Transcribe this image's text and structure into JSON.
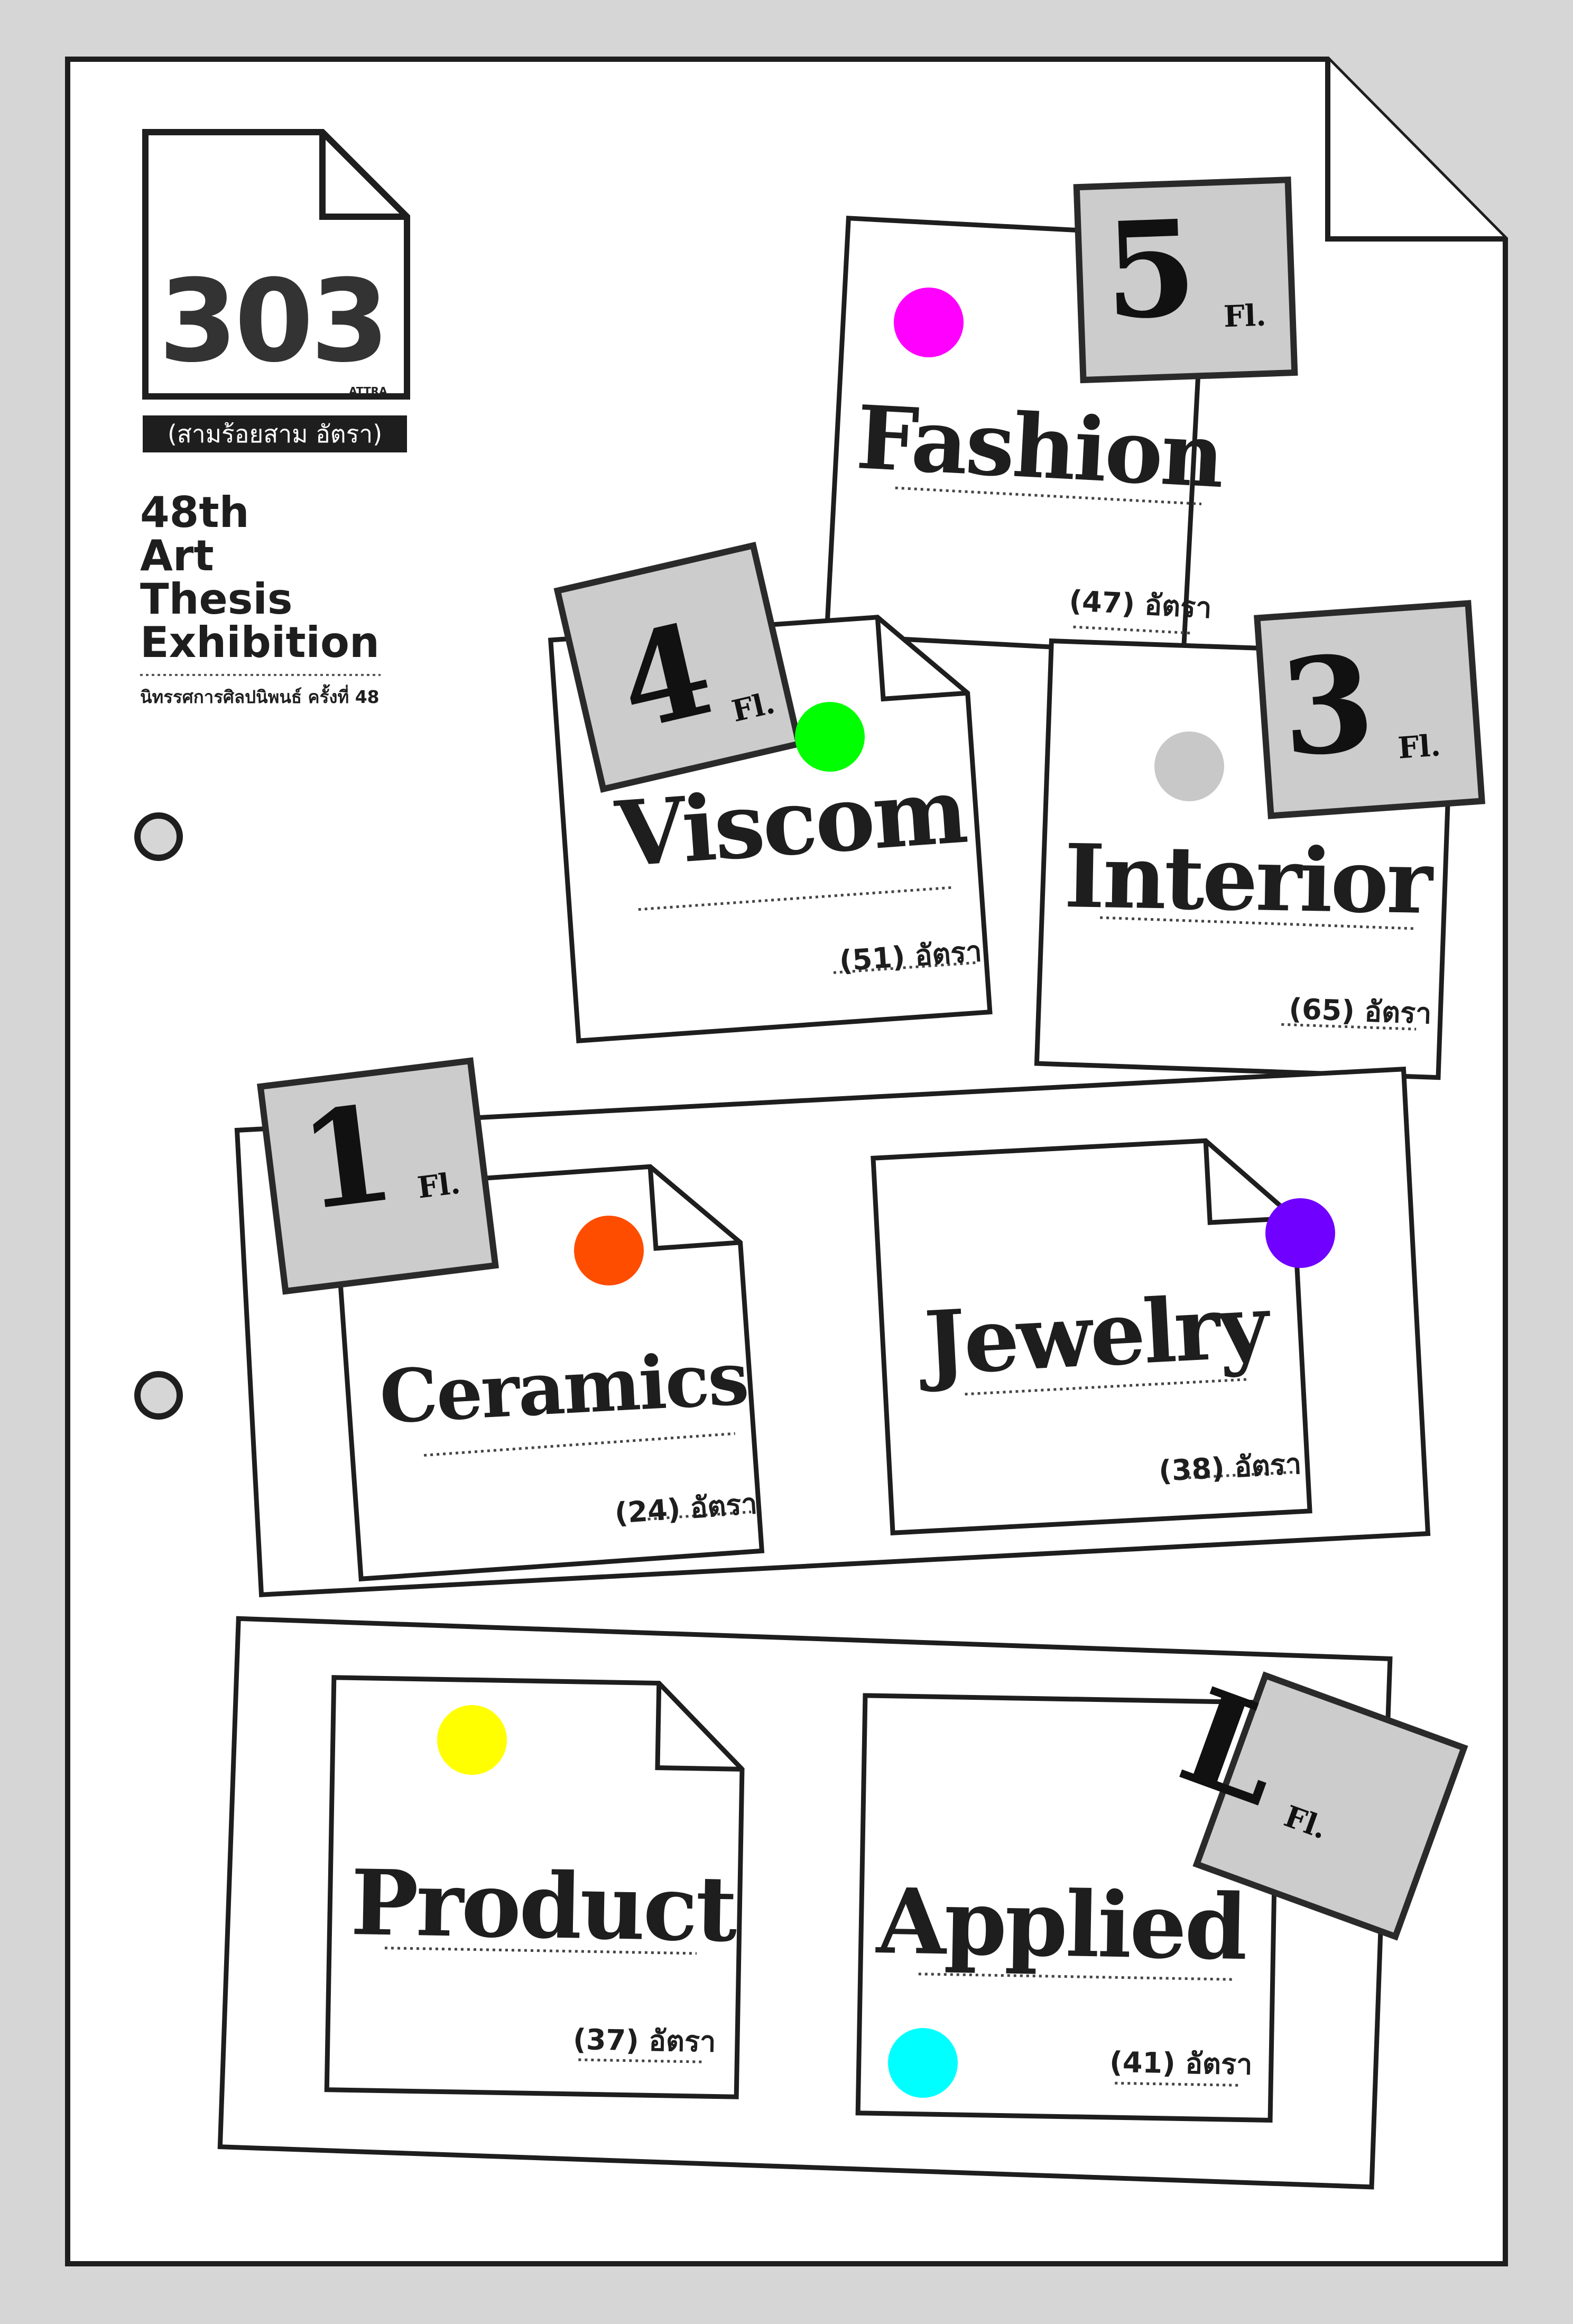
{
  "logo": {
    "number": "303",
    "wordmark": "ATTRA",
    "thai_name": "(สามร้อยสาม อัตรา)"
  },
  "exhibition": {
    "title_lines": [
      "48th",
      "Art",
      "Thesis",
      "Exhibition"
    ],
    "thai_subtitle": "นิทรรศการศิลปนิพนธ์ ครั้งที่ 48"
  },
  "floor_label": "Fl.",
  "floors": [
    {
      "floor": "5",
      "departments": [
        {
          "name": "Fashion",
          "count": "(47) อัตรา",
          "dot_color": "#ff00ff"
        }
      ]
    },
    {
      "floor": "4",
      "departments": [
        {
          "name": "Viscom",
          "count": "(51) อัตรา",
          "dot_color": "#00ff00"
        }
      ]
    },
    {
      "floor": "3",
      "departments": [
        {
          "name": "Interior",
          "count": "(65) อัตรา",
          "dot_color": "#c8c8c8"
        }
      ]
    },
    {
      "floor": "1",
      "departments": [
        {
          "name": "Ceramics",
          "count": "(24) อัตรา",
          "dot_color": "#ff4d00"
        },
        {
          "name": "Jewelry",
          "count": "(38) อัตรา",
          "dot_color": "#7000ff"
        }
      ]
    },
    {
      "floor": "L",
      "departments": [
        {
          "name": "Product",
          "count": "(37) อัตรา",
          "dot_color": "#ffff00"
        },
        {
          "name": "Applied",
          "count": "(41) อัตรา",
          "dot_color": "#00ffff"
        }
      ]
    }
  ],
  "colors": {
    "background": "#d6d6d6",
    "paper": "#ffffff",
    "ink": "#1e1e1e",
    "tag": "#cccccc"
  }
}
